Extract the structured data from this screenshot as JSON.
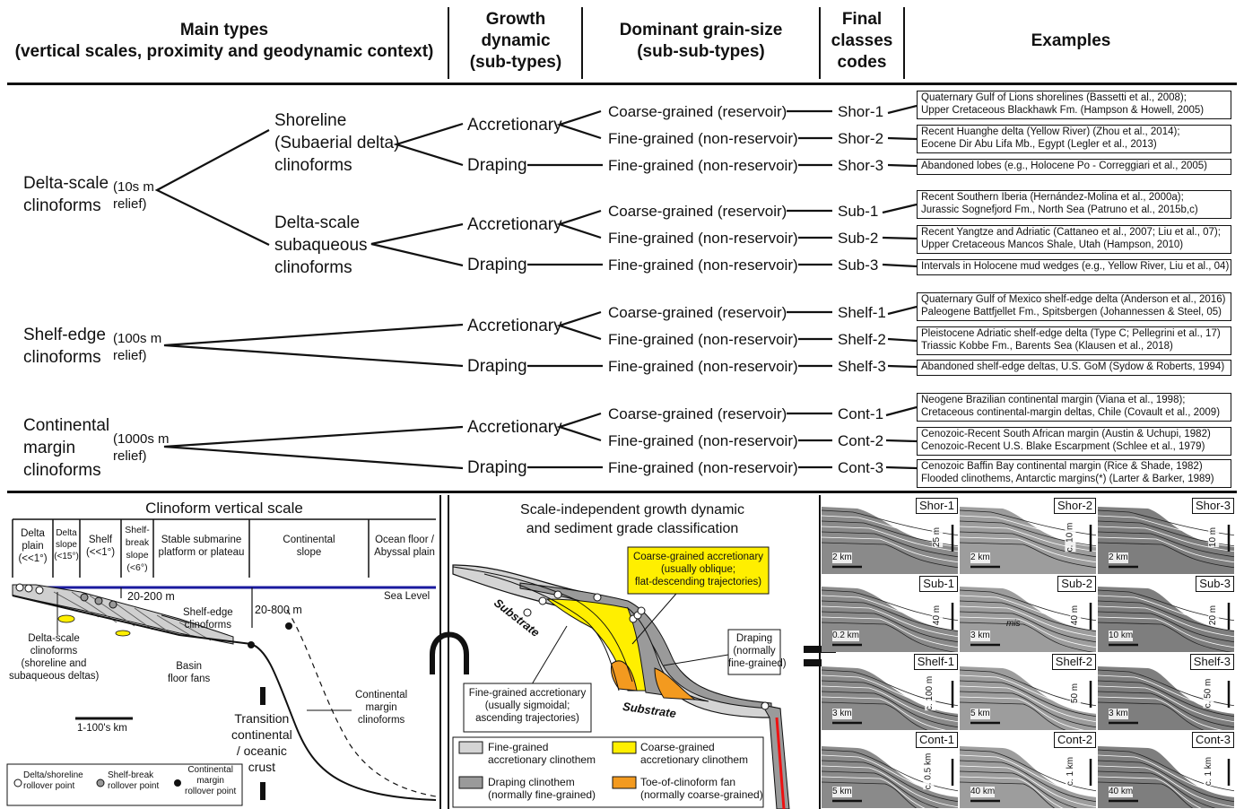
{
  "headers": {
    "main_types": [
      "Main types",
      "(vertical scales, proximity and geodynamic context)"
    ],
    "growth": [
      "Growth",
      "dynamic",
      "(sub-types)"
    ],
    "grain": [
      "Dominant grain-size",
      "(sub-sub-types)"
    ],
    "final": [
      "Final",
      "classes",
      "codes"
    ],
    "examples": "Examples"
  },
  "main_types": [
    {
      "name": [
        "Delta-scale",
        "clinoforms"
      ],
      "relief": [
        "(10s m",
        "relief)"
      ]
    },
    {
      "name": [
        "Shelf-edge",
        "clinoforms"
      ],
      "relief": [
        "(100s m",
        "relief)"
      ]
    },
    {
      "name": [
        "Continental",
        "margin",
        "clinoforms"
      ],
      "relief": [
        "(1000s m",
        "relief)"
      ]
    }
  ],
  "sub_main": {
    "shoreline": [
      "Shoreline",
      "(Subaerial delta)",
      "clinoforms"
    ],
    "subaqueous": [
      "Delta-scale",
      "subaqueous",
      "clinoforms"
    ]
  },
  "growth_labels": {
    "accretionary": "Accretionary",
    "draping": "Draping"
  },
  "grain_labels": {
    "coarse": "Coarse-grained (reservoir)",
    "fine": "Fine-grained (non-reservoir)"
  },
  "codes": [
    "Shor-1",
    "Shor-2",
    "Shor-3",
    "Sub-1",
    "Sub-2",
    "Sub-3",
    "Shelf-1",
    "Shelf-2",
    "Shelf-3",
    "Cont-1",
    "Cont-2",
    "Cont-3"
  ],
  "examples": [
    [
      "Quaternary Gulf of Lions shorelines (Bassetti et al., 2008);",
      "Upper Cretaceous Blackhawk Fm. (Hampson & Howell, 2005)"
    ],
    [
      "Recent Huanghe delta (Yellow River) (Zhou et al., 2014);",
      "Eocene Dir Abu Lifa Mb., Egypt (Legler et al., 2013)"
    ],
    [
      "Abandoned lobes (e.g., Holocene Po - Correggiari et al., 2005)"
    ],
    [
      "Recent Southern Iberia (Hernández-Molina et al., 2000a);",
      "Jurassic Sognefjord Fm., North Sea (Patruno et al., 2015b,c)"
    ],
    [
      "Recent Yangtze and Adriatic (Cattaneo et al., 2007; Liu et al., 07);",
      "Upper Cretaceous Mancos Shale, Utah (Hampson, 2010)"
    ],
    [
      "Intervals in Holocene mud wedges (e.g., Yellow River, Liu et al., 04)"
    ],
    [
      "Quaternary Gulf of Mexico shelf-edge delta (Anderson et al., 2016)",
      "Paleogene Battfjellet Fm., Spitsbergen (Johannessen & Steel, 05)"
    ],
    [
      "Pleistocene Adriatic shelf-edge delta (Type C; Pellegrini et al., 17)",
      "Triassic Kobbe Fm., Barents Sea (Klausen et al., 2018)"
    ],
    [
      "Abandoned shelf-edge deltas, U.S. GoM (Sydow & Roberts, 1994)"
    ],
    [
      "Neogene Brazilian continental margin (Viana et al., 1998);",
      "Cretaceous continental-margin deltas, Chile (Covault et al., 2009)"
    ],
    [
      "Cenozoic-Recent South African margin (Austin & Uchupi, 1982)",
      "Cenozoic-Recent U.S. Blake Escarpment (Schlee et al., 1979)"
    ],
    [
      "Cenozoic Baffin Bay continental margin (Rice & Shade, 1982)",
      "Flooded clinothems, Antarctic margins(*) (Larter & Barker, 1989)"
    ]
  ],
  "panel_left": {
    "title": "Clinoform vertical scale",
    "columns": [
      [
        "Delta",
        "plain",
        "(<<1°)"
      ],
      [
        "Delta",
        "slope",
        "(<15°)"
      ],
      [
        "Shelf",
        "(<<1°)"
      ],
      [
        "Shelf-",
        "break",
        "slope",
        "(<6°)"
      ],
      [
        "Stable submarine",
        "platform or plateau"
      ],
      [
        "Continental",
        "slope"
      ],
      [
        "Ocean floor /",
        "Abyssal plain"
      ]
    ],
    "sea_level": "Sea Level",
    "depth1": "20-200 m",
    "depth2": "20-800 m",
    "shelf_edge": [
      "Shelf-edge",
      "clinoforms"
    ],
    "delta_scale": [
      "Delta-scale",
      "clinoforms",
      "(shoreline and",
      "subaqueous deltas)"
    ],
    "basin_fans": [
      "Basin",
      "floor fans"
    ],
    "transition": [
      "Transition",
      "continental",
      "/ oceanic",
      "crust"
    ],
    "cont_margin": [
      "Continental",
      "margin",
      "clinoforms"
    ],
    "scale": "1-100's km",
    "legend": [
      [
        "Delta/shoreline",
        "rollover point"
      ],
      [
        "Shelf-break",
        "rollover point"
      ],
      [
        "Continental",
        "margin",
        "rollover point"
      ]
    ]
  },
  "panel_mid": {
    "title": [
      "Scale-independent growth dynamic",
      "and sediment grade classification"
    ],
    "coarse_acc": [
      "Coarse-grained accretionary",
      "(usually oblique;",
      "flat-descending trajectories)"
    ],
    "fine_acc": [
      "Fine-grained accretionary",
      "(usually sigmoidal;",
      "ascending trajectories)"
    ],
    "draping": [
      "Draping",
      "(normally",
      "fine-grained)"
    ],
    "substrate": "Substrate",
    "legend": [
      [
        "Fine-grained",
        "accretionary clinothem"
      ],
      [
        "Coarse-grained",
        "accretionary clinothem"
      ],
      [
        "Draping clinothem",
        "(normally fine-grained)"
      ],
      [
        "Toe-of-clinoform fan",
        "(normally coarse-grained)"
      ]
    ]
  },
  "thumbs": [
    {
      "code": "Shor-1",
      "h": "2 km",
      "v": "25 m"
    },
    {
      "code": "Shor-2",
      "h": "2 km",
      "v": "c. 10 m"
    },
    {
      "code": "Shor-3",
      "h": "2 km",
      "v": "10 m"
    },
    {
      "code": "Sub-1",
      "h": "0.2 km",
      "v": "40 m"
    },
    {
      "code": "Sub-2",
      "h": "3 km",
      "v": "40 m"
    },
    {
      "code": "Sub-3",
      "h": "10 km",
      "v": "20 m"
    },
    {
      "code": "Shelf-1",
      "h": "3 km",
      "v": "c. 100 m"
    },
    {
      "code": "Shelf-2",
      "h": "5 km",
      "v": "50 m"
    },
    {
      "code": "Shelf-3",
      "h": "3 km",
      "v": "c. 50 m"
    },
    {
      "code": "Cont-1",
      "h": "5 km",
      "v": "c. 0.5 km"
    },
    {
      "code": "Cont-2",
      "h": "40 km",
      "v": "c. 1 km"
    },
    {
      "code": "Cont-3",
      "h": "40 km",
      "v": "c. 1 km"
    }
  ],
  "sub2_mis": "mis",
  "colors": {
    "fine": "#d4d4d4",
    "draping": "#9a9a9a",
    "coarse": "#ffef00",
    "toe": "#f39a1f",
    "sea": "#1a1a9e",
    "arrow": "#e11"
  }
}
